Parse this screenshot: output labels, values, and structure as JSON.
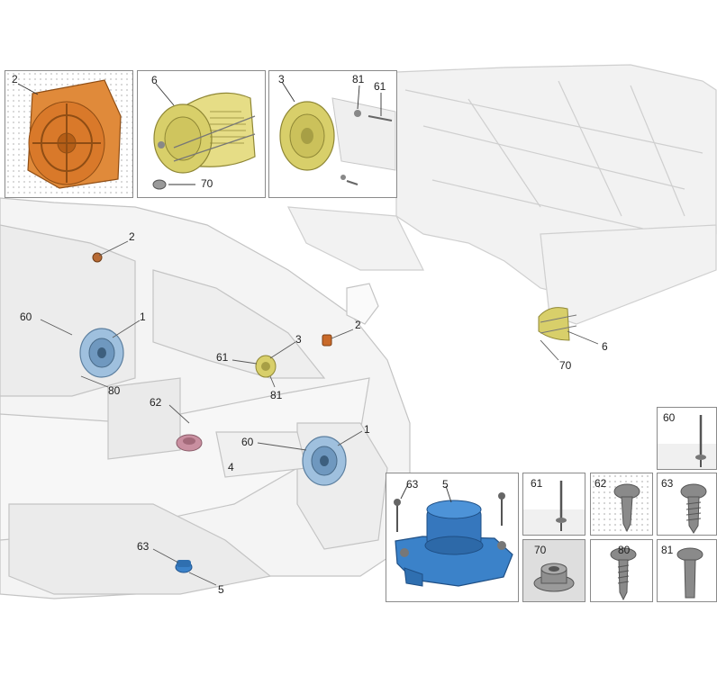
{
  "colors": {
    "orange_speaker": "#d9792a",
    "gold_speaker": "#d8cf6a",
    "blue_woofer": "#3b82c9",
    "blue_speaker": "#8fb3d6",
    "pink_speaker": "#c98fa0",
    "line": "#5a5a5a",
    "vehicle_fill": "#f1f1f1",
    "vehicle_edge": "#c9c9c9"
  },
  "callouts": {
    "c2_cpillar": "2",
    "c2_apillar": "2",
    "c60_left": "60",
    "c1_left": "1",
    "c80": "80",
    "c61_dash": "61",
    "c3_dash": "3",
    "c81_dash": "81",
    "c62_center": "62",
    "c4": "4",
    "c60_right": "60",
    "c1_right": "1",
    "c63_floor": "63",
    "c5_floor": "5",
    "c6_frame": "6",
    "c70_frame": "70"
  },
  "insets": {
    "orange": {
      "label": "2"
    },
    "gold_big": {
      "label_a": "6",
      "label_b": "70"
    },
    "gold_small": {
      "label_a": "3",
      "label_b": "81",
      "label_c": "61"
    },
    "woofer": {
      "label_a": "63",
      "label_b": "5"
    },
    "fasteners": [
      {
        "label": "60"
      },
      {
        "label": "61"
      },
      {
        "label": "62"
      },
      {
        "label": "63"
      },
      {
        "label": "70"
      },
      {
        "label": "80"
      },
      {
        "label": "81"
      }
    ]
  }
}
